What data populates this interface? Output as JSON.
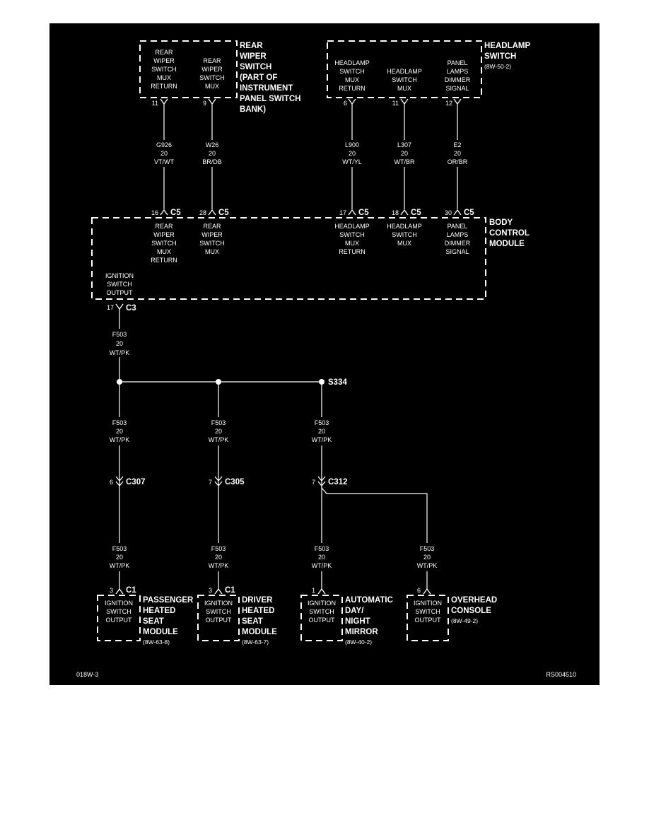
{
  "colors": {
    "background": "#000000",
    "line": "#ffffff",
    "page": "#ffffff"
  },
  "footer": {
    "left": "018W-3",
    "right": "RS004510"
  },
  "rear_wiper_switch": {
    "title": [
      "REAR",
      "WIPER",
      "SWITCH",
      "(PART OF",
      "INSTRUMENT",
      "PANEL SWITCH",
      "BANK)"
    ],
    "pin_return": {
      "label": [
        "REAR",
        "WIPER",
        "SWITCH",
        "MUX",
        "RETURN"
      ],
      "pin": "11"
    },
    "pin_mux": {
      "label": [
        "REAR",
        "WIPER",
        "SWITCH",
        "MUX"
      ],
      "pin": "9"
    }
  },
  "headlamp_switch": {
    "title": [
      "HEADLAMP",
      "SWITCH"
    ],
    "ref": "(8W-50-2)",
    "pin_return": {
      "label": [
        "HEADLAMP",
        "SWITCH",
        "MUX",
        "RETURN"
      ],
      "pin": "6"
    },
    "pin_mux": {
      "label": [
        "HEADLAMP",
        "SWITCH",
        "MUX"
      ],
      "pin": "11"
    },
    "pin_dimmer": {
      "label": [
        "PANEL",
        "LAMPS",
        "DIMMER",
        "SIGNAL"
      ],
      "pin": "12"
    }
  },
  "wires": {
    "g926": [
      "G926",
      "20",
      "VT/WT"
    ],
    "w26": [
      "W26",
      "20",
      "BR/DB"
    ],
    "l900": [
      "L900",
      "20",
      "WT/YL"
    ],
    "l307": [
      "L307",
      "20",
      "WT/BR"
    ],
    "e2": [
      "E2",
      "20",
      "OR/BR"
    ],
    "f503": [
      "F503",
      "20",
      "WT/PK"
    ]
  },
  "body_control_module": {
    "title": [
      "BODY",
      "CONTROL",
      "MODULE"
    ],
    "connector_c5": "C5",
    "connector_c3": "C3",
    "pins": {
      "rear_return": {
        "pin": "16",
        "label": [
          "REAR",
          "WIPER",
          "SWITCH",
          "MUX",
          "RETURN"
        ]
      },
      "rear_mux": {
        "pin": "28",
        "label": [
          "REAR",
          "WIPER",
          "SWITCH",
          "MUX"
        ]
      },
      "head_return": {
        "pin": "17",
        "label": [
          "HEADLAMP",
          "SWITCH",
          "MUX",
          "RETURN"
        ]
      },
      "head_mux": {
        "pin": "18",
        "label": [
          "HEADLAMP",
          "SWITCH",
          "MUX"
        ]
      },
      "dimmer": {
        "pin": "30",
        "label": [
          "PANEL",
          "LAMPS",
          "DIMMER",
          "SIGNAL"
        ]
      },
      "ignition": {
        "pin": "17",
        "label": [
          "IGNITION",
          "SWITCH",
          "OUTPUT"
        ]
      }
    }
  },
  "splice": "S334",
  "inline_connectors": {
    "c307": {
      "pin": "6",
      "name": "C307"
    },
    "c305": {
      "pin": "7",
      "name": "C305"
    },
    "c312": {
      "pin": "7",
      "name": "C312"
    }
  },
  "modules": {
    "passenger_seat": {
      "pin": "3",
      "connector": "C1",
      "box_label": [
        "IGNITION",
        "SWITCH",
        "OUTPUT"
      ],
      "title": [
        "PASSENGER",
        "HEATED",
        "SEAT",
        "MODULE"
      ],
      "ref": "(8W-63-8)"
    },
    "driver_seat": {
      "pin": "3",
      "connector": "C1",
      "box_label": [
        "IGNITION",
        "SWITCH",
        "OUTPUT"
      ],
      "title": [
        "DRIVER",
        "HEATED",
        "SEAT",
        "MODULE"
      ],
      "ref": "(8W-63-7)"
    },
    "mirror": {
      "pin": "1",
      "box_label": [
        "IGNITION",
        "SWITCH",
        "OUTPUT"
      ],
      "title": [
        "AUTOMATIC",
        "DAY/",
        "NIGHT",
        "MIRROR"
      ],
      "ref": "(8W-40-2)"
    },
    "console": {
      "pin": "6",
      "box_label": [
        "IGNITION",
        "SWITCH",
        "OUTPUT"
      ],
      "title": [
        "OVERHEAD",
        "CONSOLE"
      ],
      "ref": "(8W-49-2)"
    }
  }
}
